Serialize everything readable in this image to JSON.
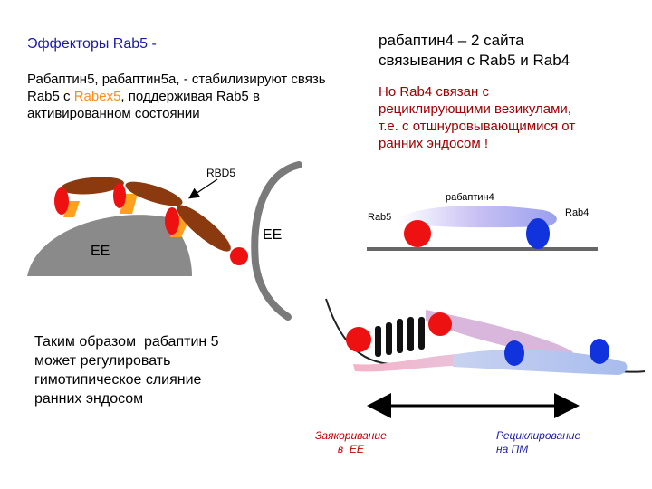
{
  "title": "Эффекторы Rab5 -",
  "rab5_desc": {
    "before": "Рабаптин5, рабаптин5а, - стабилизируют связь Rab5 с ",
    "highlight": "Rabex5",
    "after": ", поддерживая Rab5 в активированном состоянии"
  },
  "right_heading": "рабаптин4 – 2 сайта\nсвязывания с Rab5 и Rab4",
  "right_note": "Но Rab4 связан с\nрециклирующими везикулами,\nт.е. с отшнуровывающимися от\nранних эндосом !",
  "labels": {
    "rbd5": "RBD5",
    "ee_left": "EE",
    "ee_right": "EE",
    "rabaptin4": "рабаптин4",
    "rab5": "Rab5",
    "rab4": "Rab4"
  },
  "conclusion": "Таким образом  рабаптин 5\nможет регулировать\nгимотипическое слияние\nранних эндосом",
  "anchoring": "Заякоривание\nв  ЕЕ",
  "recycling": "Рециклирование\nна ПМ",
  "colors": {
    "title": "#1a1aa6",
    "rabex_highlight": "#ff8c1a",
    "note": "#a00000",
    "rab5": "#ee1111",
    "rab4": "#1133dd",
    "rabaptin": "#8b3a10",
    "endosome": "#8a8a8a"
  }
}
